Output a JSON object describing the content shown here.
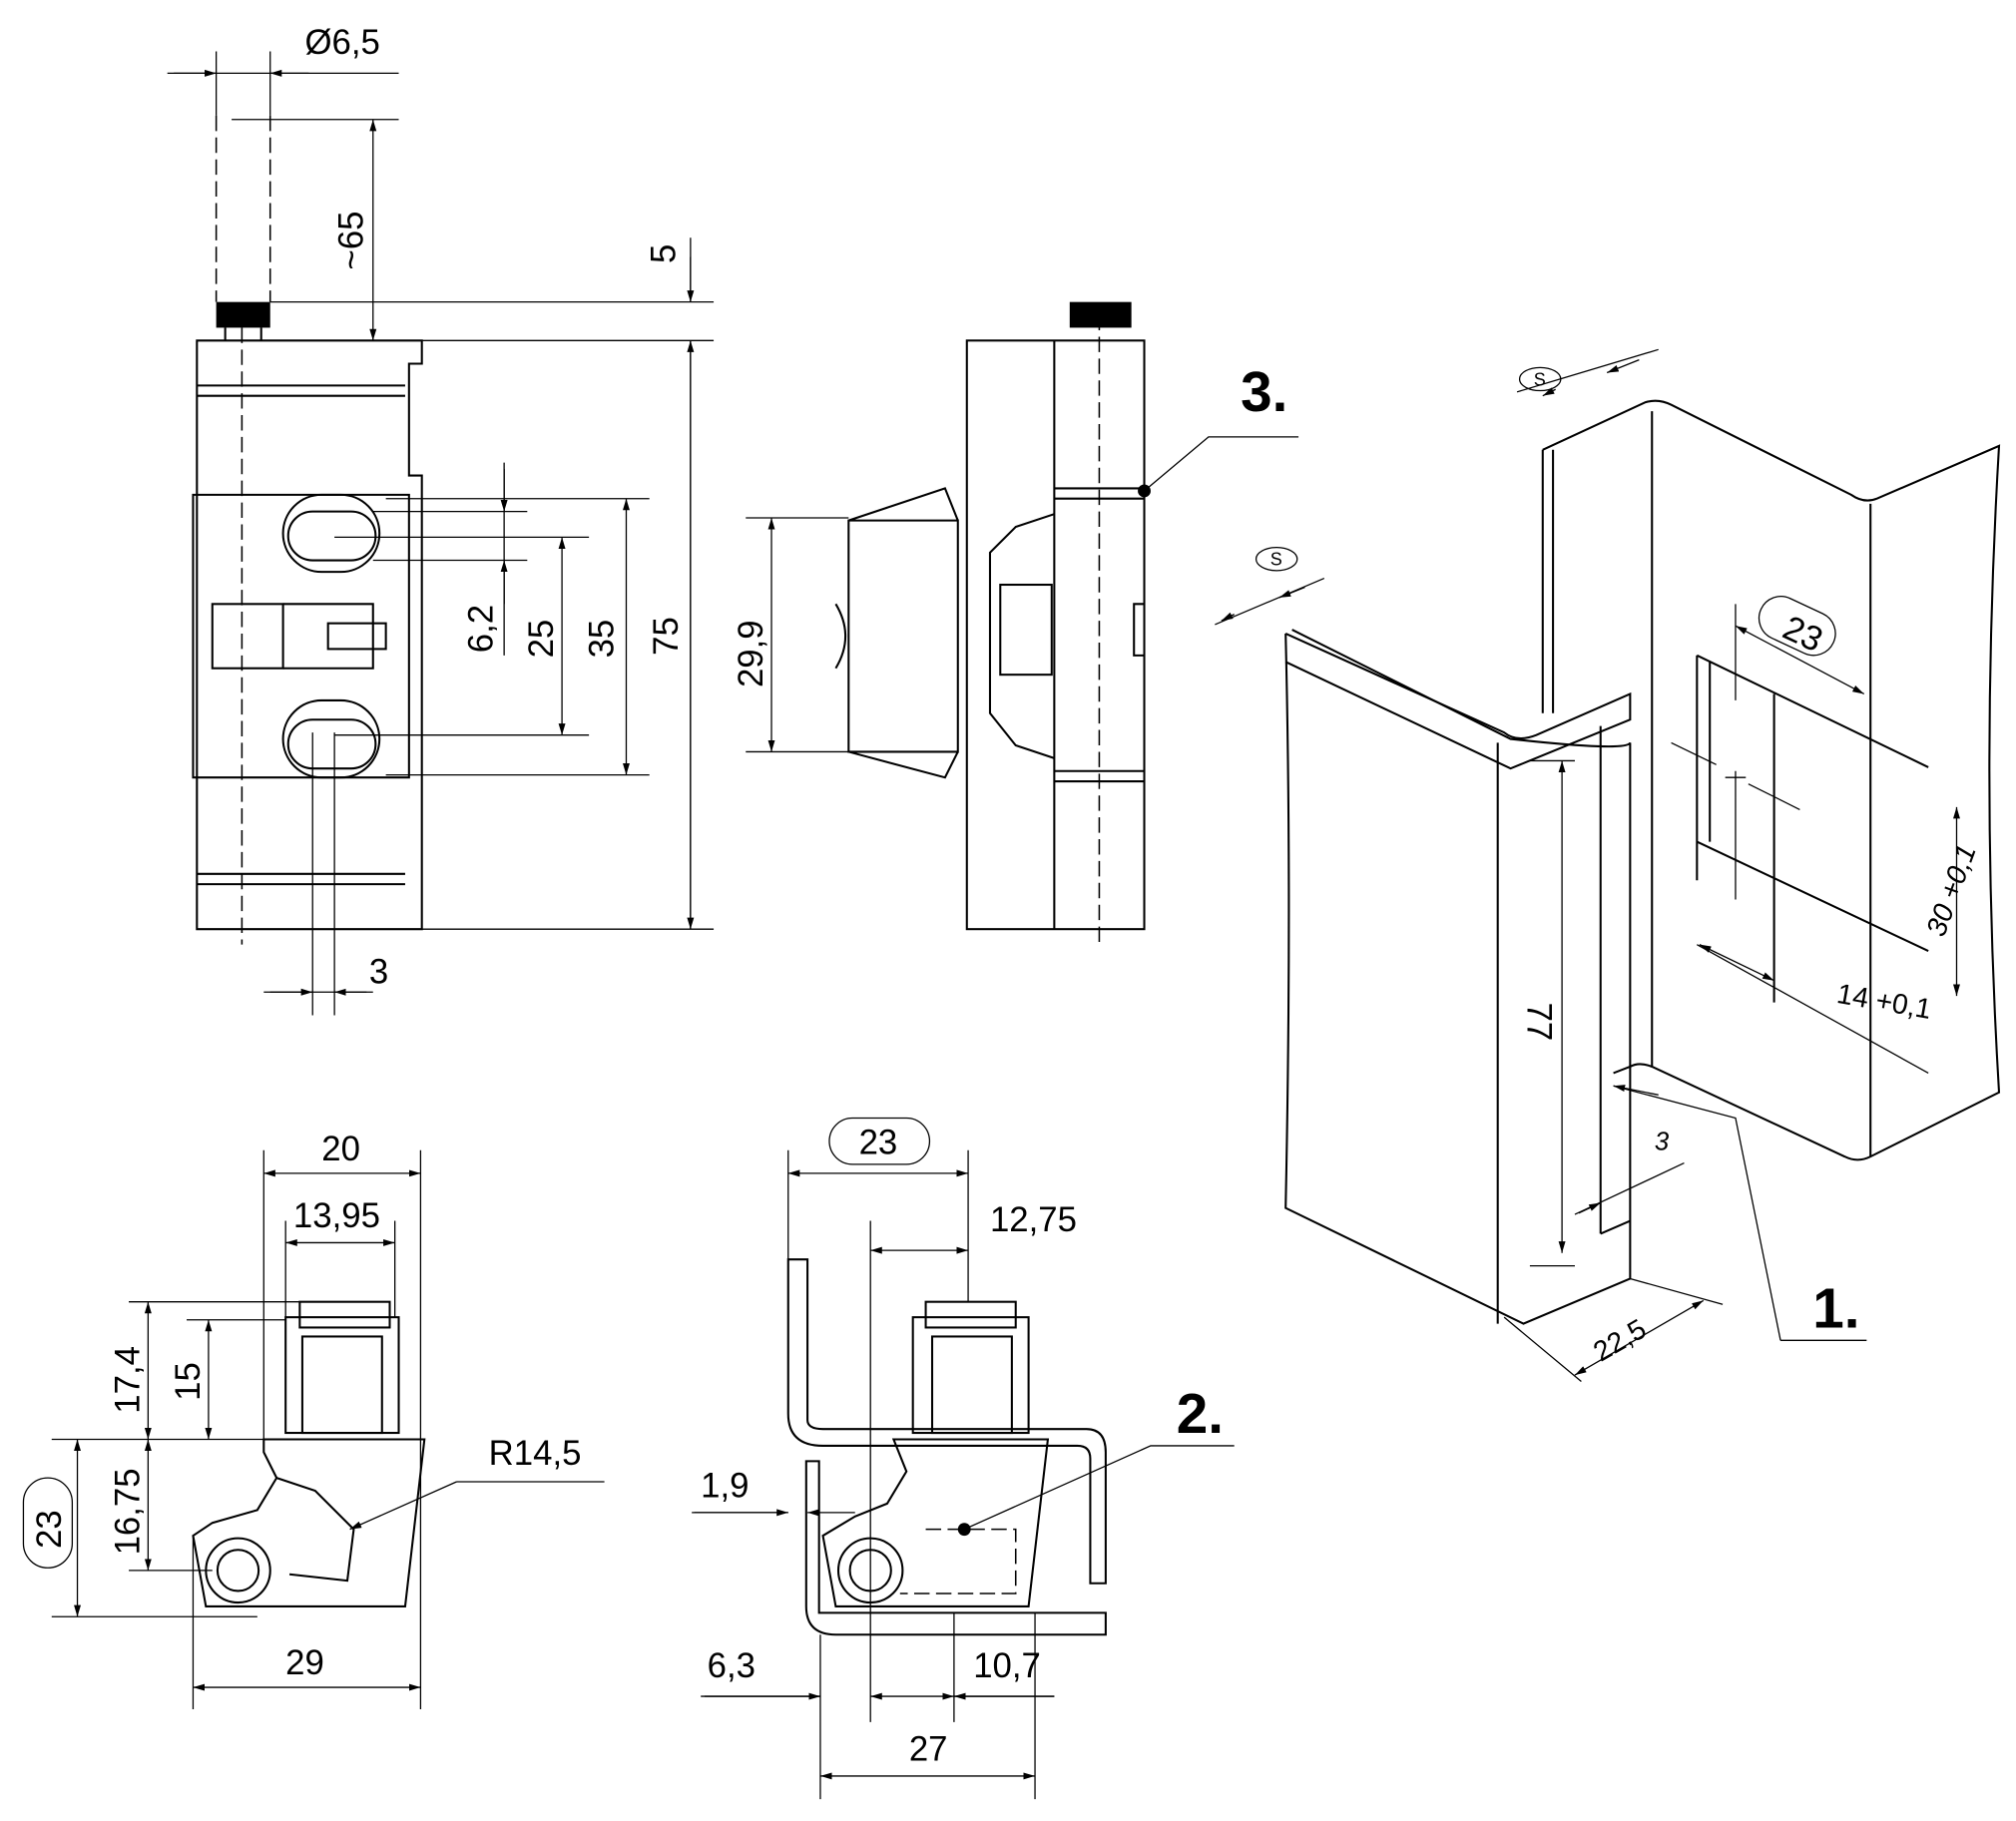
{
  "top_view": {
    "dia": "Ø6,5",
    "rod_len": "~65",
    "gap": "5",
    "height": "75",
    "d35": "35",
    "d25": "25",
    "d62": "6,2",
    "d3": "3"
  },
  "side_view": {
    "d299": "29,9",
    "callout3": "3."
  },
  "bottom_left": {
    "w20": "20",
    "w1395": "13,95",
    "h174": "17,4",
    "h15": "15",
    "h23": "23",
    "h1675": "16,75",
    "radius": "R14,5",
    "w29": "29"
  },
  "bottom_mid": {
    "w23": "23",
    "w1275": "12,75",
    "callout2": "2.",
    "t19": "1,9",
    "d63": "6,3",
    "d107": "10,7",
    "w27": "27"
  },
  "iso_view": {
    "s1": "S",
    "s2": "S",
    "w23": "23",
    "h30": "30 +0,1",
    "w14": "14 +0,1",
    "h77": "77",
    "d3": "3",
    "d225": "22,5",
    "callout1": "1."
  }
}
